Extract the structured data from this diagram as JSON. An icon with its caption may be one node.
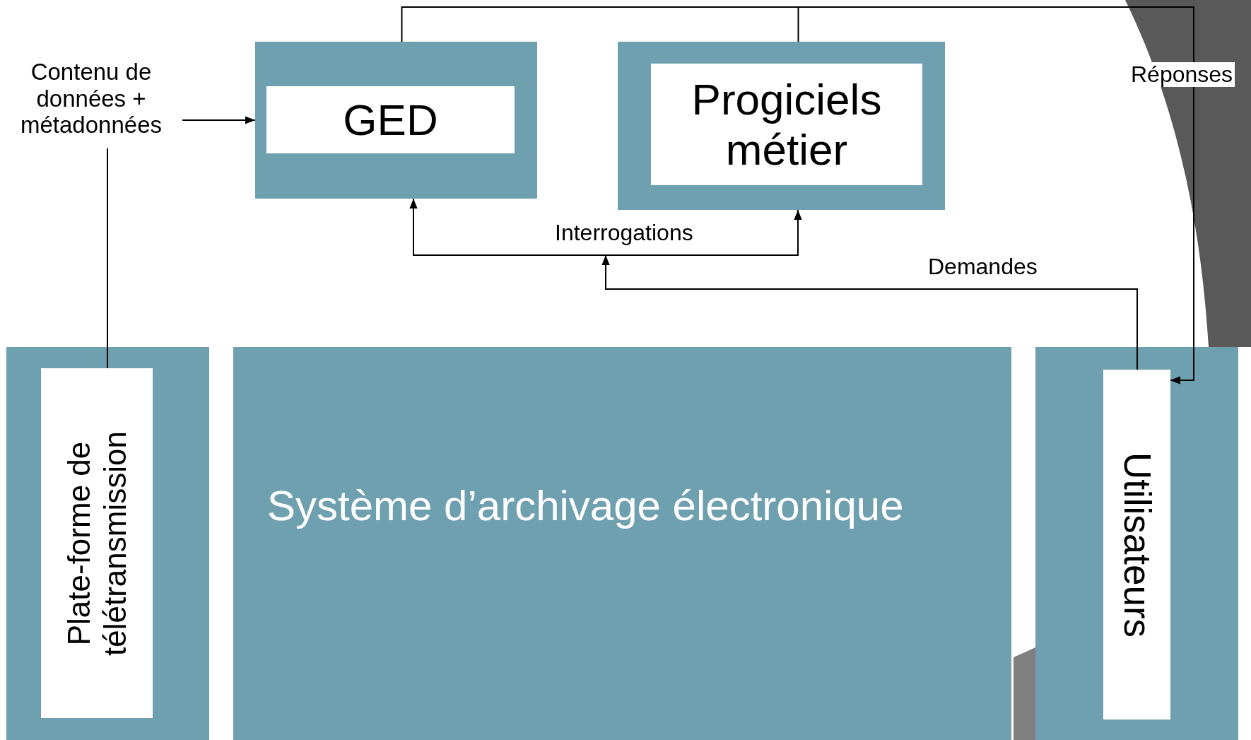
{
  "diagram": {
    "nodes": [
      {
        "text": [
          "Contenu de données + métadonnées"
        ]
      },
      {
        "text": [
          "GED"
        ]
      },
      {
        "text": [
          "Progiciels métier"
        ]
      },
      {
        "text": [
          "Plate-forme de télétransmission"
        ]
      },
      {
        "text": [
          "Système d’archivage électronique"
        ]
      },
      {
        "text": [
          "Utilisateurs"
        ]
      }
    ],
    "edges": [
      {
        "from": 0,
        "to": 1,
        "arrow": "to"
      },
      {
        "from": 3,
        "to": 0,
        "arrow": "none"
      },
      {
        "from": 1,
        "to": 2,
        "arrow": "both",
        "label": "Interrogations"
      },
      {
        "from": 5,
        "to": null,
        "arrow": "to",
        "label": "Demandes"
      },
      {
        "from": 1,
        "to": 5,
        "arrow": "to",
        "label": "Réponses"
      },
      {
        "from": 2,
        "to": 5,
        "arrow": "to"
      }
    ]
  }
}
